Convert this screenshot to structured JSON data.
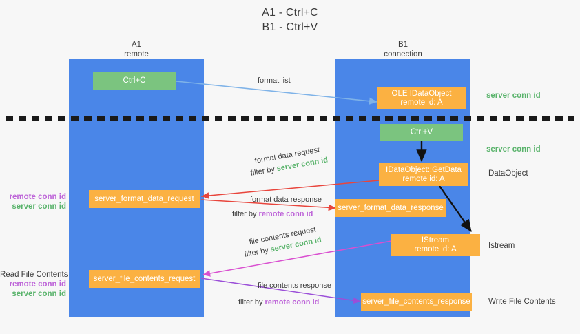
{
  "title": {
    "line1": "A1 - Ctrl+C",
    "line2": "B1 - Ctrl+V"
  },
  "columns": [
    {
      "name": "A1",
      "sub": "remote"
    },
    {
      "name": "B1",
      "sub": "connection"
    }
  ],
  "nodes": {
    "ctrl_c": {
      "label": "Ctrl+C",
      "sub": ""
    },
    "ole_idataobject": {
      "label": "OLE IDataObject",
      "sub": "remote id: A"
    },
    "ctrl_v": {
      "label": "Ctrl+V",
      "sub": ""
    },
    "idataobject_getdata": {
      "label": "IDataObject::GetData",
      "sub": "remote id: A"
    },
    "server_format_data_request": {
      "label": "server_format_data_request",
      "sub": ""
    },
    "server_format_data_response": {
      "label": "server_format_data_response",
      "sub": ""
    },
    "istream": {
      "label": "IStream",
      "sub": "remote id: A"
    },
    "server_file_contents_request": {
      "label": "server_file_contents_request",
      "sub": ""
    },
    "server_file_contents_response": {
      "label": "server_file_contents_response",
      "sub": ""
    }
  },
  "edge_labels": {
    "format_list": "format list",
    "format_data_request": "format data request",
    "format_data_request_filter_prefix": "filter by ",
    "format_data_request_filter_value": "server conn id",
    "format_data_response": "format data response",
    "format_data_response_filter_prefix": "filter by ",
    "format_data_response_filter_value": "remote conn id",
    "file_contents_request": "file contents request",
    "file_contents_request_filter_prefix": "filter by ",
    "file_contents_request_filter_value": "server conn id",
    "file_contents_response": "file contents response",
    "file_contents_response_filter_prefix": "filter by ",
    "file_contents_response_filter_value": "remote conn id"
  },
  "right_labels": {
    "server_conn_id_top": "server conn id",
    "server_conn_id_mid": "server conn id",
    "dataobject": "DataObject",
    "istream": "Istream",
    "write_file_contents": "Write File Contents"
  },
  "left_labels": {
    "remote_conn_id_1": "remote conn id",
    "server_conn_id_1": "server conn id",
    "read_file_contents": "Read File Contents",
    "remote_conn_id_2": "remote conn id",
    "server_conn_id_2": "server conn id"
  },
  "colors": {
    "lane": "#4a86e8",
    "green_node": "#7bc47f",
    "orange_node": "#fbb142",
    "green_text": "#59b36b",
    "purple_text": "#bd63d8",
    "blue_arrow": "#7fb3e8",
    "red_arrow": "#e8453c",
    "magenta_arrow": "#d94fd0",
    "purple_arrow": "#9b4fd8",
    "black_arrow": "#111111",
    "background": "#f7f7f7"
  }
}
